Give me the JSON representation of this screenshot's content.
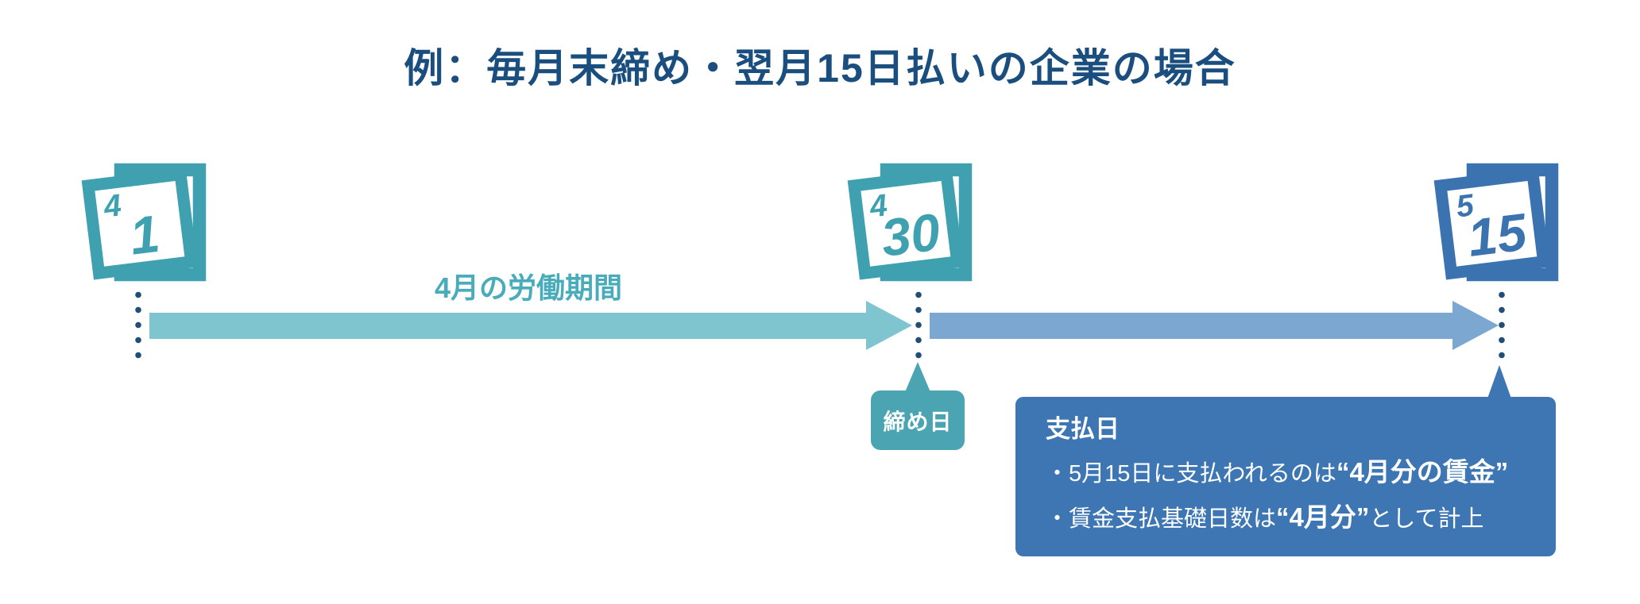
{
  "title": "例：毎月末締め・翌月15日払いの企業の場合",
  "colors": {
    "title_navy": "#1a4e7e",
    "cal_teal": "#3fa0af",
    "teal_light": "#7fc5cf",
    "teal_text": "#49acba",
    "badge_teal": "#4aa4b2",
    "cal_blue": "#3b73b1",
    "blue_light": "#7ba7d0",
    "box_blue": "#3d76b3",
    "dot_navy": "#1f4e79"
  },
  "timeline": {
    "calendars": [
      {
        "month": "4",
        "day": "1"
      },
      {
        "month": "4",
        "day": "30"
      },
      {
        "month": "5",
        "day": "15"
      }
    ],
    "work_period_label": "4月の労働期間",
    "cutoff_badge": "締め日"
  },
  "payday_box": {
    "title": "支払日",
    "bullets": [
      {
        "prefix": "・5月15日に支払われるのは",
        "bold": "“4月分の賃金”",
        "suffix": ""
      },
      {
        "prefix": "・賃金支払基礎日数は",
        "bold": "“4月分”",
        "suffix": "として計上"
      }
    ]
  }
}
